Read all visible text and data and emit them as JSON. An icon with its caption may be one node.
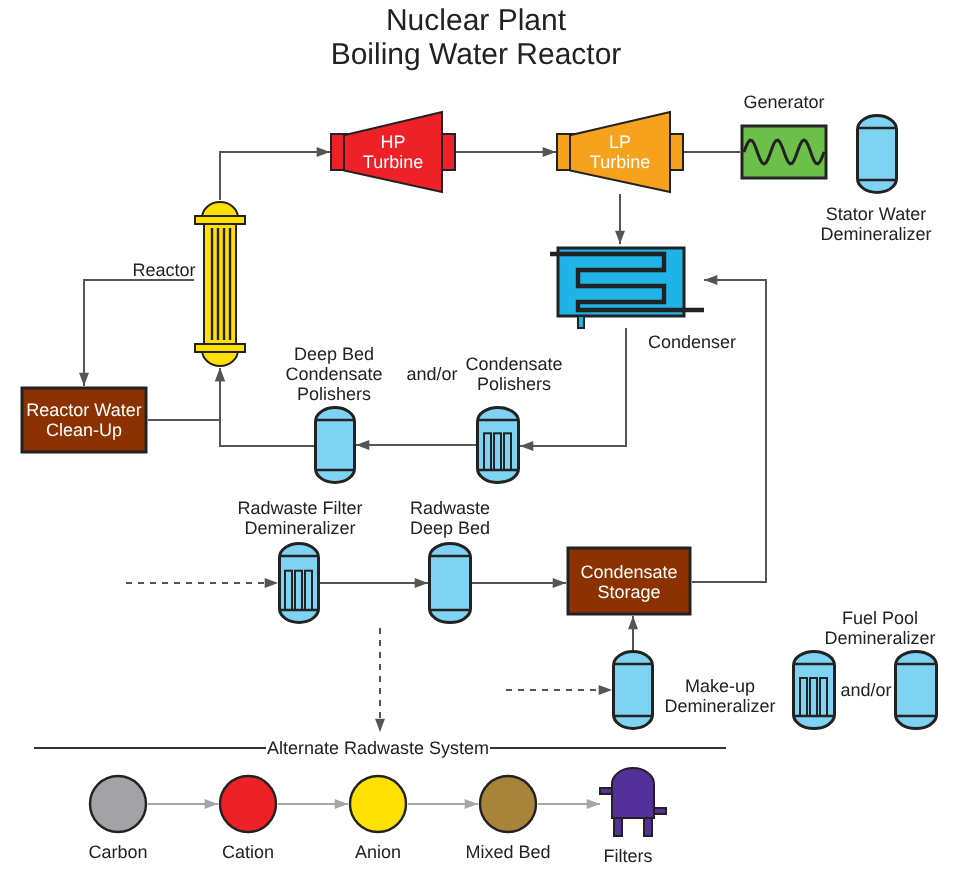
{
  "diagram": {
    "title": "Nuclear Plant Boiling Water Reactor",
    "nodes": [
      {
        "text": [
          "HP Turbine"
        ]
      },
      {
        "text": [
          "LP Turbine"
        ]
      },
      {
        "text": [
          "Generator"
        ]
      },
      {
        "text": [
          "Stator Water Demineralizer"
        ]
      },
      {
        "text": [
          "Reactor"
        ]
      },
      {
        "text": [
          "Condenser"
        ]
      },
      {
        "text": [
          "Reactor Water Clean-Up"
        ]
      },
      {
        "text": [
          "Deep Bed Condensate Polishers"
        ]
      },
      {
        "text": [
          "Condensate Polishers"
        ]
      },
      {
        "text": [
          "Radwaste Filter Demineralizer"
        ]
      },
      {
        "text": [
          "Radwaste Deep Bed"
        ]
      },
      {
        "text": [
          "Condensate Storage"
        ]
      },
      {
        "text": [
          "Make-up Demineralizer"
        ]
      },
      {
        "text": [
          "Fuel Pool Demineralizer"
        ]
      },
      {
        "text": [],
        "shape": "cylinder"
      },
      {
        "text": [
          "Carbon"
        ]
      },
      {
        "text": [
          "Cation"
        ]
      },
      {
        "text": [
          "Anion"
        ]
      },
      {
        "text": [
          "Mixed Bed"
        ]
      },
      {
        "text": [
          "Filters"
        ]
      }
    ],
    "edges": [
      {
        "from": 4,
        "to": 0,
        "arrow": "to"
      },
      {
        "from": 0,
        "to": 1,
        "arrow": "to"
      },
      {
        "from": 1,
        "to": 2,
        "arrow": "none"
      },
      {
        "from": 1,
        "to": 5,
        "arrow": "to"
      },
      {
        "from": 4,
        "to": 6,
        "arrow": "to"
      },
      {
        "from": 6,
        "to": 4,
        "arrow": "to"
      },
      {
        "from": 7,
        "to": 4,
        "arrow": "to"
      },
      {
        "from": 8,
        "to": 7,
        "arrow": "to"
      },
      {
        "from": 5,
        "to": 8,
        "arrow": "to"
      },
      {
        "from": null,
        "to": 9,
        "arrow": "to",
        "style": "dashed"
      },
      {
        "from": 9,
        "to": 10,
        "arrow": "to"
      },
      {
        "from": 10,
        "to": 11,
        "arrow": "to"
      },
      {
        "from": 11,
        "to": 5,
        "arrow": "to"
      },
      {
        "from": null,
        "to": 12,
        "arrow": "to",
        "style": "dashed"
      },
      {
        "from": 12,
        "to": 11,
        "arrow": "to"
      },
      {
        "from": 15,
        "to": 16,
        "arrow": "to",
        "color": "#a6a6a6"
      },
      {
        "from": 16,
        "to": 17,
        "arrow": "to",
        "color": "#a6a6a6"
      },
      {
        "from": 17,
        "to": 18,
        "arrow": "to",
        "color": "#a6a6a6"
      },
      {
        "from": 18,
        "to": 19,
        "arrow": "to",
        "color": "#a6a6a6"
      }
    ],
    "labels": [
      "and/or",
      "and/or",
      "Alternate Radwaste System"
    ]
  }
}
